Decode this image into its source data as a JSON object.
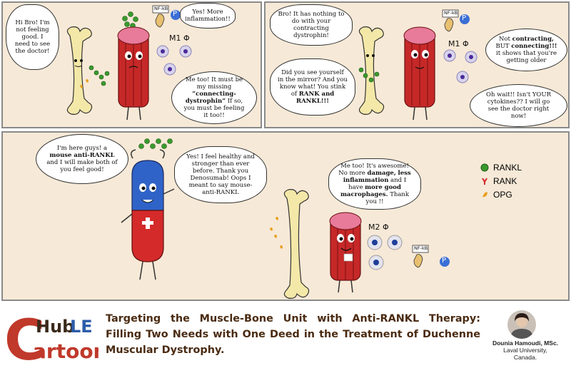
{
  "panel1": {
    "hi_bro": "Hi Bro! I'm not feeling good. I need to see the doctor!",
    "yes_more": "Yes! More inflammation!!",
    "me_too_a": "Me too! It must be my missing",
    "me_too_b": "“connecting-dystrophin”",
    "me_too_c": "If so, you must be feeling it too!!",
    "m1_label": "M1 Φ",
    "nfkb": "NF-kB",
    "p": "P"
  },
  "panel2": {
    "bro_it": "Bro! It has nothing to do with your contracting dystrophin!",
    "did_you_a": "Did you see yourself in the mirror? And you know what! You stink of",
    "did_you_b": "RANK and RANKL!!!",
    "not_contracting_a": "Not",
    "not_contracting_b": "contracting,",
    "not_contracting_c": "BUT",
    "not_contracting_d": "connecting!!!",
    "not_contracting_e": "it shows that you're getting older",
    "oh_wait": "Oh wait!! Isn't YOUR cytokines?? I will go see the doctor right now!",
    "m1_label": "M1 Φ",
    "nfkb": "NF-kB",
    "p": "P"
  },
  "panel3": {
    "im_here_a": "I'm here guys! a",
    "im_here_b": "mouse anti-RANKL",
    "im_here_c": "and I will make both of you feel good!",
    "yes_feel": "Yes! I feel healthy and stronger than ever before. Thank you Denosumab! Oops I meant to say mouse-anti-RANKL",
    "me_too_1": "Me too! It's awesome!",
    "me_too_2": "No more",
    "me_too_3": "damage,",
    "me_too_4": "less inflammation",
    "me_too_5": "and I have",
    "me_too_6": "more good macrophages.",
    "me_too_7": "Thank you !!",
    "m2_label": "M2 Φ",
    "nfkb": "NF-kB",
    "p": "P"
  },
  "legend": {
    "rankl": "RANKL",
    "rank": "RANK",
    "opg": "OPG",
    "colors": {
      "rankl": "#3a9a2e",
      "rank": "#d42a2a",
      "opg": "#e8a020"
    }
  },
  "footer": {
    "logo_c": "C",
    "logo_hub": "Hub",
    "logo_le": "LE",
    "logo_artoon": "artoon",
    "title": "Targeting the Muscle-Bone Unit with Anti-RANKL Therapy: Filling Two Needs with One Deed in the Treatment of Duchenne Muscular Dystrophy.",
    "author_name": "Dounia Hamoudi, MSc.",
    "author_aff1": "Laval University,",
    "author_aff2": "Canada."
  }
}
